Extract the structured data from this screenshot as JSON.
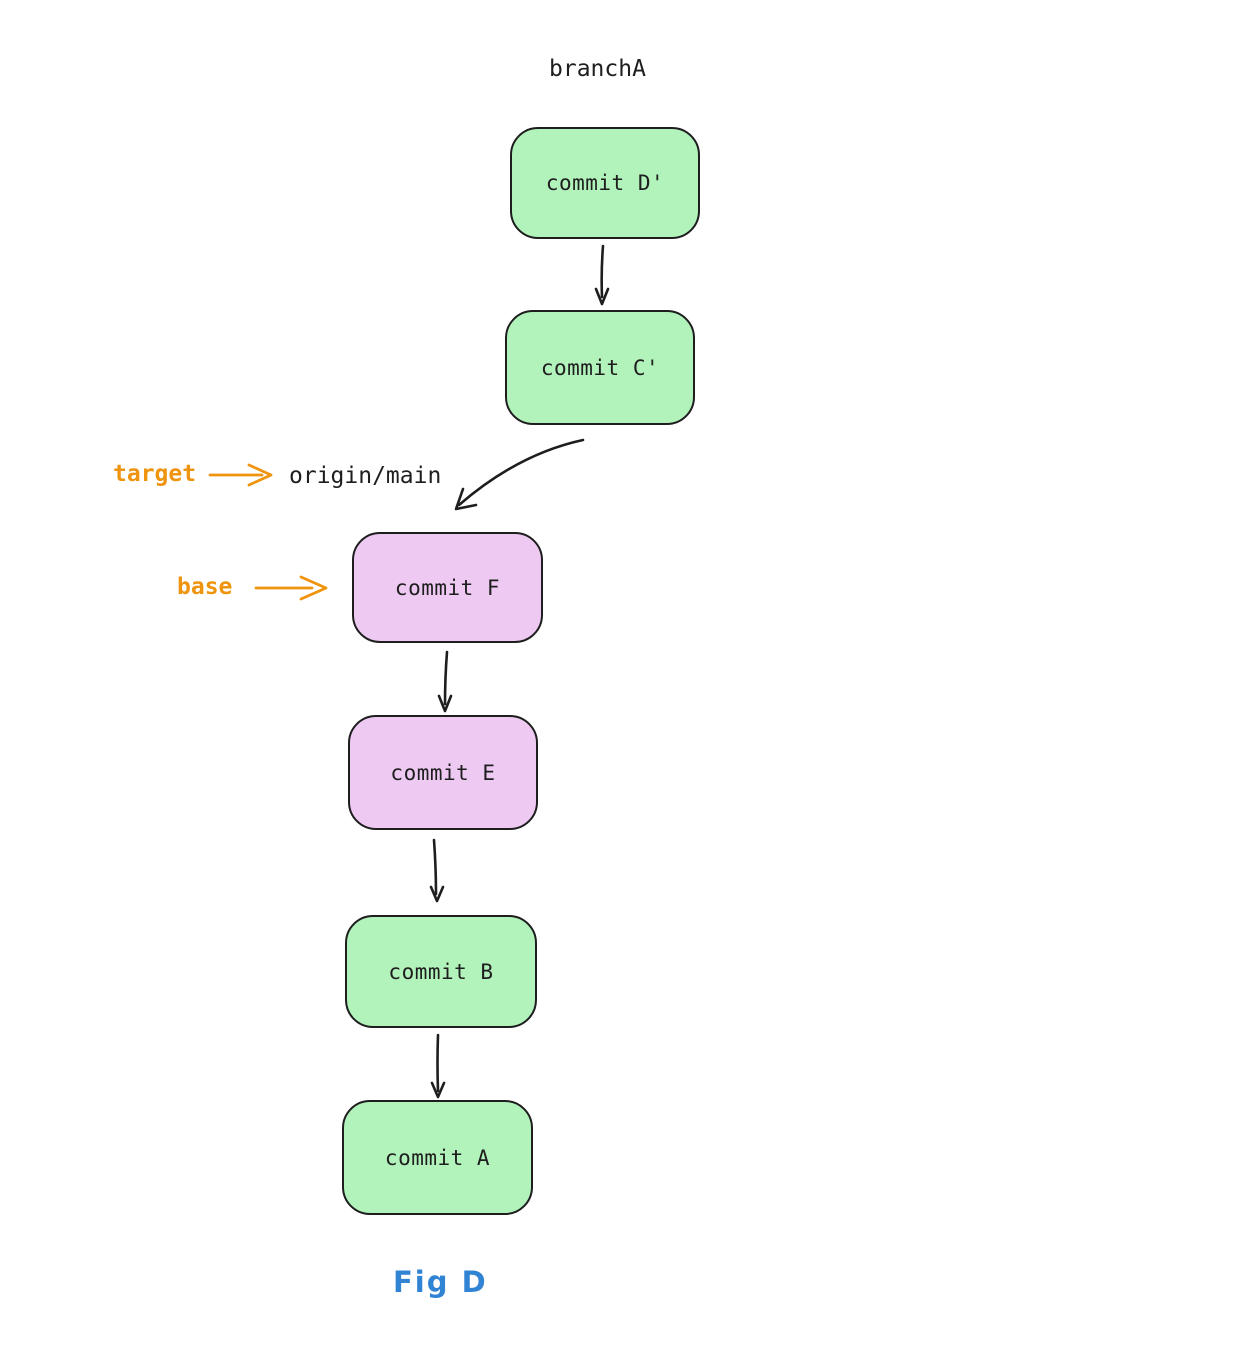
{
  "diagram": {
    "branch_label": "branchA",
    "target_annotation": "target",
    "target_ref": "origin/main",
    "base_annotation": "base",
    "caption": "Fig D",
    "nodes": [
      {
        "id": "commit-d-prime",
        "label": "commit D'",
        "fill": "#b2f2bb"
      },
      {
        "id": "commit-c-prime",
        "label": "commit C'",
        "fill": "#b2f2bb"
      },
      {
        "id": "commit-f",
        "label": "commit F",
        "fill": "#eec9f2"
      },
      {
        "id": "commit-e",
        "label": "commit E",
        "fill": "#eec9f2"
      },
      {
        "id": "commit-b",
        "label": "commit B",
        "fill": "#b2f2bb"
      },
      {
        "id": "commit-a",
        "label": "commit A",
        "fill": "#b2f2bb"
      }
    ],
    "colors": {
      "green_fill": "#b2f2bb",
      "purple_fill": "#eec9f2",
      "stroke": "#1e1e1e",
      "annotation_orange": "#ef940e",
      "caption_blue": "#3183d4",
      "background": "#ffffff"
    }
  }
}
